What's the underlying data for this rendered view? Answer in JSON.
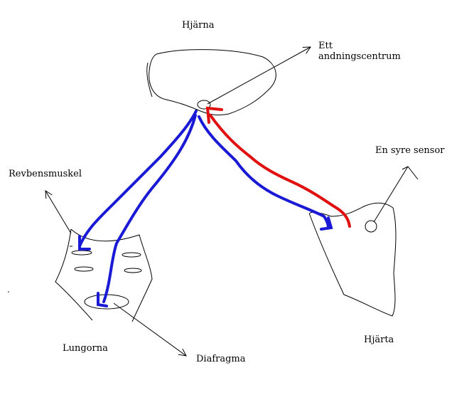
{
  "labels": {
    "brain": "Hjärna",
    "breathing_center_line1": "Ett",
    "breathing_center_line2": "andningscentrum",
    "oxygen_sensor": "En syre sensor",
    "rib_muscle": "Revbensmuskel",
    "lungs": "Lungorna",
    "diaphragm": "Diafragma",
    "heart": "Hjärta"
  },
  "colors": {
    "outline": "#000000",
    "signal_out": "#1a1ad6",
    "signal_in": "#e01010"
  }
}
